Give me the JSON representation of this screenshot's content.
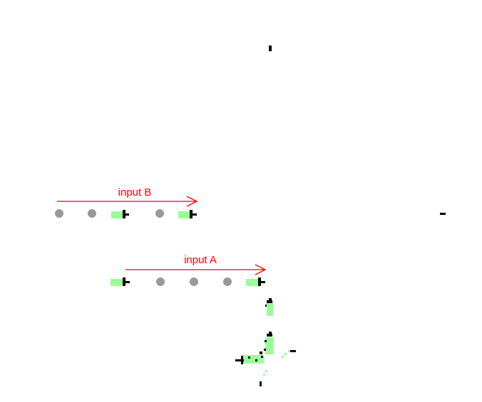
{
  "labels": {
    "input_b": "input B",
    "input_a": "input A"
  },
  "colors": {
    "signal": "#ff0000",
    "cell_black": "#000000",
    "cell_green": "#99ff99",
    "empty_dot": "#999999",
    "background": "#ffffff"
  },
  "streams": {
    "input_b": [
      "empty",
      "empty",
      "glider",
      "empty",
      "glider"
    ],
    "input_a": [
      "glider",
      "empty",
      "empty",
      "empty",
      "glider"
    ]
  }
}
